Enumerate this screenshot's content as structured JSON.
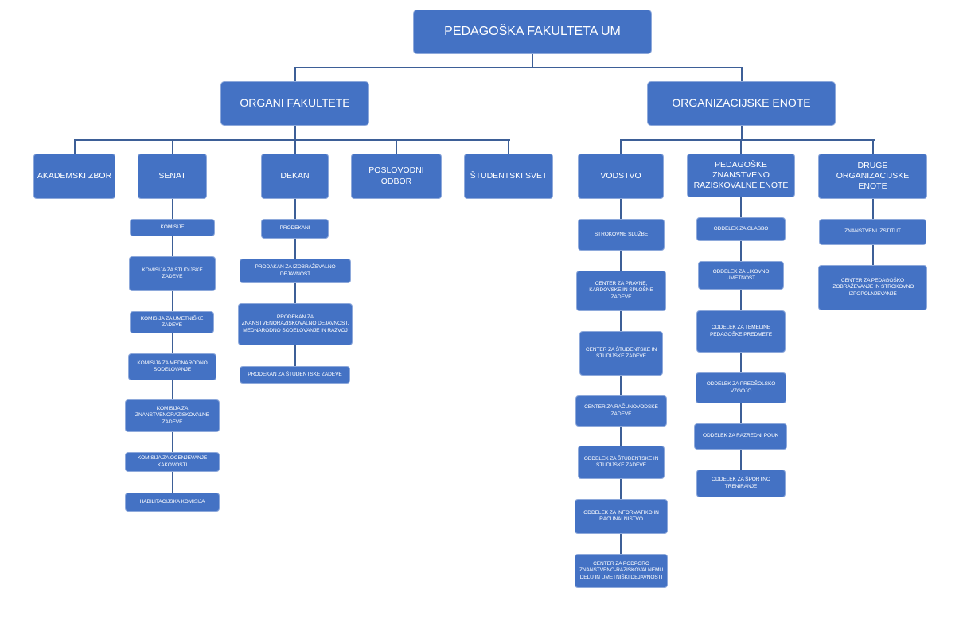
{
  "diagram": {
    "type": "org-chart",
    "colors": {
      "box_fill": "#4472c4",
      "box_border": "#8ea9db",
      "connector": "#3d5f97",
      "text": "#ffffff"
    },
    "root": {
      "id": "root",
      "label": "PEDAGOŠKA FAKULTETA UM"
    },
    "branches": [
      {
        "id": "organi",
        "label": "ORGANI FAKULTETE",
        "children": [
          {
            "id": "akademski",
            "label": "AKADEMSKI ZBOR",
            "children": []
          },
          {
            "id": "senat",
            "label": "SENAT",
            "children": [
              {
                "id": "komisije",
                "label": "KOMISIJE"
              },
              {
                "id": "kom-studijske",
                "label": "KOMISIJA ZA ŠTUDIJSKE ZADEVE"
              },
              {
                "id": "kom-umetniske",
                "label": "KOMISIJA ZA UMETNIŠKE ZADEVE"
              },
              {
                "id": "kom-mednarodno",
                "label": "KOMISIJA ZA MEDNARODNO SODELOVANJE"
              },
              {
                "id": "kom-znanstveno",
                "label": "KOMISIJA ZA ZNANSTVENORAZISKOVALNE ZADEVE"
              },
              {
                "id": "kom-kakovost",
                "label": "KOMISIJA ZA OCENJEVANJE KAKOVOSTI"
              },
              {
                "id": "kom-habil",
                "label": "HABILITACIJSKA KOMISIJA"
              }
            ]
          },
          {
            "id": "dekan",
            "label": "DEKAN",
            "children": [
              {
                "id": "prodekani",
                "label": "PRODEKANI"
              },
              {
                "id": "prod-izob",
                "label": "PRODAKAN ZA IZOBRAŽEVALNO DEJAVNOST"
              },
              {
                "id": "prod-znan",
                "label": "PRODEKAN ZA ZNANSTVENORAZISKOVALNO DEJAVNOST, MEDNARODNO SODELOVANJE IN RAZVOJ"
              },
              {
                "id": "prod-stud",
                "label": "PRODEKAN ZA ŠTUDENTSKE ZADEVE"
              }
            ]
          },
          {
            "id": "poslovodni",
            "label": "POSLOVODNI ODBOR",
            "children": []
          },
          {
            "id": "studentski",
            "label": "ŠTUDENTSKI SVET",
            "children": []
          }
        ]
      },
      {
        "id": "enote",
        "label": "ORGANIZACIJSKE ENOTE",
        "children": [
          {
            "id": "vodstvo",
            "label": "VODSTVO",
            "children": [
              {
                "id": "strokovne",
                "label": "STROKOVNE SLUŽBE"
              },
              {
                "id": "c-pravne",
                "label": "CENTER ZA PRAVNE, KARDOVSKE IN SPLOŠNE ZADEVE"
              },
              {
                "id": "c-studentske",
                "label": "CENTER ZA ŠTUDENTSKE IN ŠTUDIJSKE ZADEVE"
              },
              {
                "id": "c-racunovodske",
                "label": "CENTER ZA RAČUNOVODSKE ZADEVE"
              },
              {
                "id": "o-studentske",
                "label": "ODDELEK ZA ŠTUDENTSKE IN ŠTUDIJSKE ZADEVE"
              },
              {
                "id": "o-informatiko",
                "label": "ODDELEK ZA INFORMATIKO IN RAČUNALNIŠTVO"
              },
              {
                "id": "c-podporo",
                "label": "CENTER ZA PODPORO ZNANSTVENO-RAZISKOVALNEMU DELU IN UMETNIŠKI DEJAVNOSTI"
              }
            ]
          },
          {
            "id": "pedagoske",
            "label": "PEDAGOŠKE ZNANSTVENO RAZISKOVALNE ENOTE",
            "children": [
              {
                "id": "o-glasbo",
                "label": "ODDELEK ZA GLASBO"
              },
              {
                "id": "o-likovno",
                "label": "ODDELEK ZA LIKOVNO UMETNOST"
              },
              {
                "id": "o-temelji",
                "label": "ODDELEK ZA TEMELINE PEDAGOŠKE PREDMETE"
              },
              {
                "id": "o-predsolsko",
                "label": "ODDELEK ZA PREDŠOLSKO VZGOJO"
              },
              {
                "id": "o-razredni",
                "label": "ODDELEK ZA RAZREDNI POUK"
              },
              {
                "id": "o-sportno",
                "label": "ODDELEK ZA ŠPORTNO TRENIRANJE"
              }
            ]
          },
          {
            "id": "druge",
            "label": "DRUGE ORGANIZACIJSKE ENOTE",
            "children": [
              {
                "id": "znan-institut",
                "label": "ZNANSTVENI IZŠTITUT"
              },
              {
                "id": "c-pedagosko",
                "label": "CENTER ZA PEDAGOŠKO IZOBRAŽEVANJE IN STROKOVNO IZPOPOLNJEVANJE"
              }
            ]
          }
        ]
      }
    ]
  }
}
